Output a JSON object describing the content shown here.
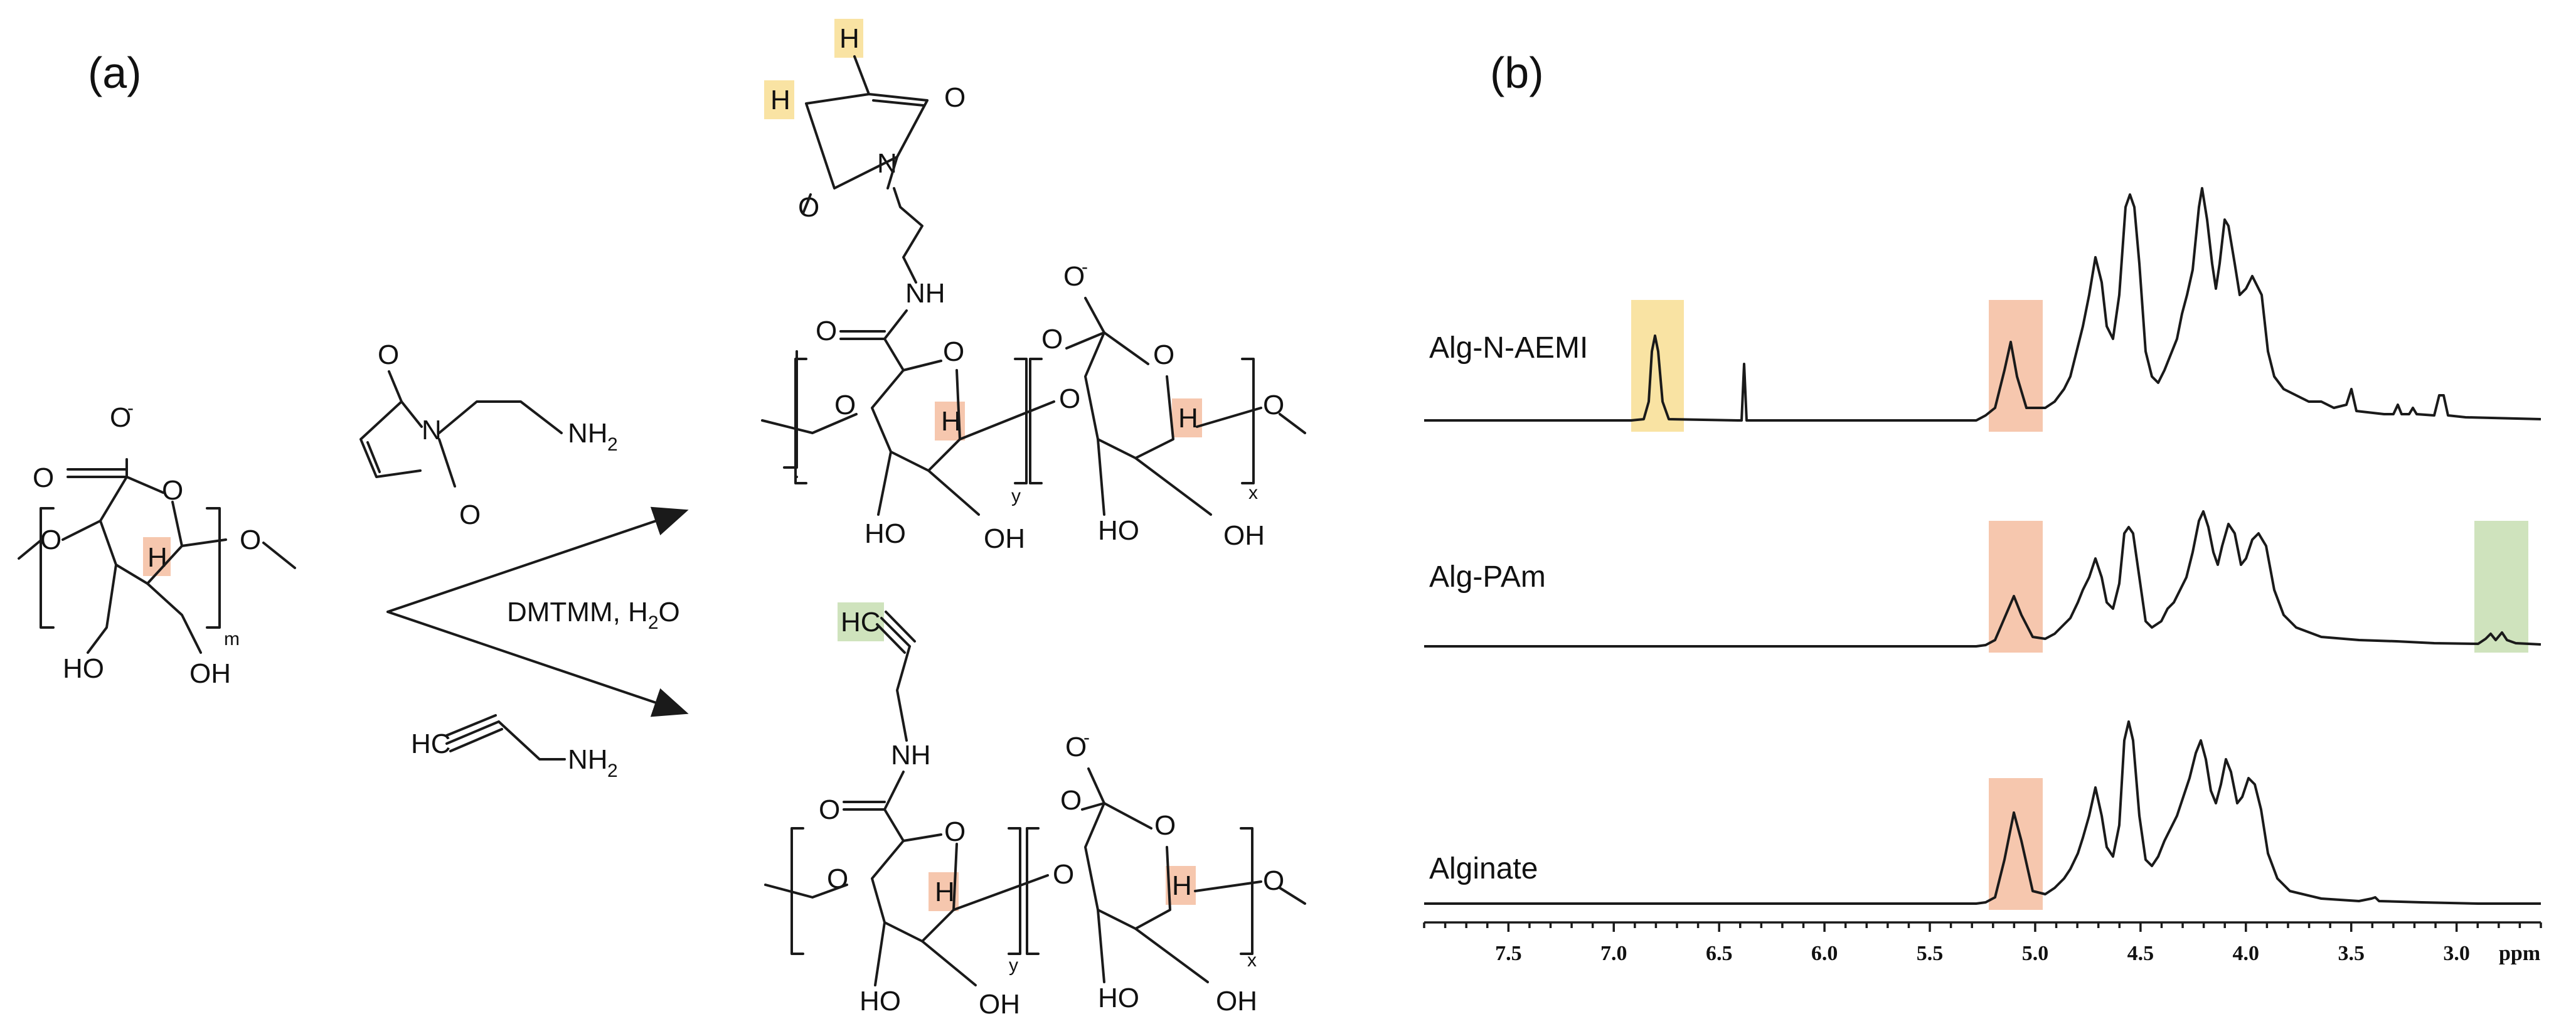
{
  "panel_labels": {
    "a": "(a)",
    "b": "(b)"
  },
  "reagents": {
    "coupling": "DMTMM, H",
    "coupling_sub": "2",
    "coupling_tail": "O"
  },
  "atoms": {
    "O": "O",
    "H": "H",
    "N": "N",
    "NH": "NH",
    "NH2": "NH",
    "sub2": "2",
    "HO": "HO",
    "OH": "OH",
    "HC": "HC",
    "charge": "-",
    "m": "m",
    "x": "x",
    "y": "y"
  },
  "spectrum": {
    "series": [
      {
        "name": "Alg-N-AEMI"
      },
      {
        "name": "Alg-PAm"
      },
      {
        "name": "Alginate"
      }
    ],
    "ticks": [
      "7.5",
      "7.0",
      "6.5",
      "6.0",
      "5.5",
      "5.0",
      "4.5",
      "4.0",
      "3.5",
      "3.0"
    ],
    "unit": "ppm",
    "highlight_colors": {
      "yellow": "#f9e3a3",
      "orange": "#f6c7ae",
      "green": "#cfe3bd"
    }
  }
}
